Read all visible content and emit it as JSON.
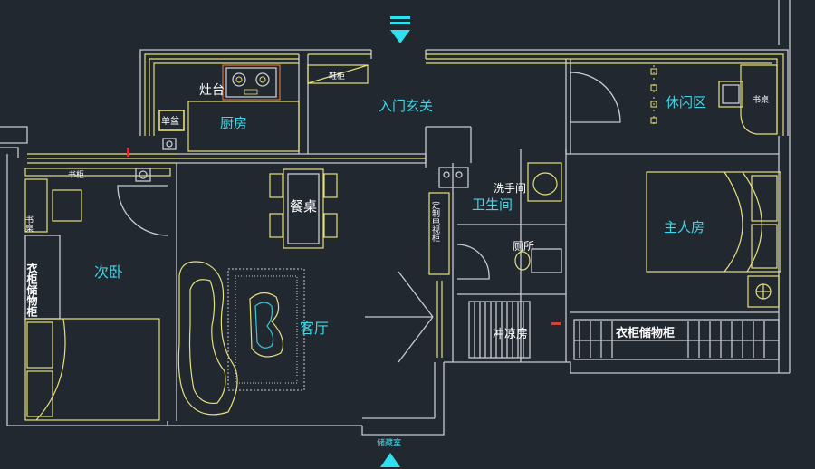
{
  "rooms": {
    "kitchen_stove": "灶台",
    "kitchen": "厨房",
    "single_sink": "单盆",
    "shoe_cabinet": "鞋柜",
    "entry_foyer": "入门玄关",
    "lounge": "休闲区",
    "desk_right": "书桌",
    "bookcase": "书柜",
    "desk_left": "书桌",
    "dining_table": "餐桌",
    "washroom": "洗手间",
    "bathroom": "卫生间",
    "toilet": "厕所",
    "shower": "冲凉房",
    "second_bedroom": "次卧",
    "master_bedroom": "主人房",
    "living_room": "客厅",
    "wardrobe_left": "衣柜储物柜",
    "tv_cabinet": "定制电视柜",
    "wardrobe_right": "衣柜储物柜",
    "storage_room": "储藏室"
  },
  "colors": {
    "background": "#212830",
    "wall": "#c8ccd0",
    "furniture": "#e6e07a",
    "label": "#3fd8e8",
    "arrow": "#2fe0f0"
  }
}
